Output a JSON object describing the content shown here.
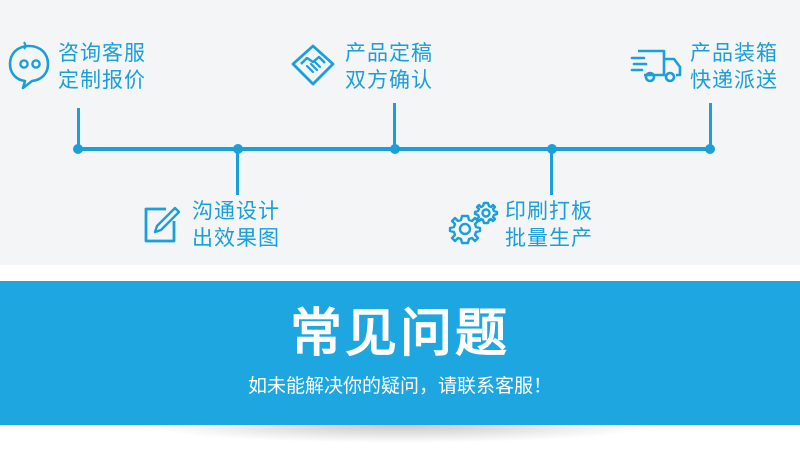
{
  "colors": {
    "accent": "#1a9fd8",
    "banner": "#1ea6e0",
    "background": "#f4f5f7"
  },
  "steps": [
    {
      "icon": "chat-bubble-icon",
      "line1": "咨询客服",
      "line2": "定制报价"
    },
    {
      "icon": "pencil-edit-icon",
      "line1": "沟通设计",
      "line2": "出效果图"
    },
    {
      "icon": "handshake-icon",
      "line1": "产品定稿",
      "line2": "双方确认"
    },
    {
      "icon": "gears-icon",
      "line1": "印刷打板",
      "line2": "批量生产"
    },
    {
      "icon": "delivery-truck-icon",
      "line1": "产品装箱",
      "line2": "快递派送"
    }
  ],
  "banner": {
    "title": "常见问题",
    "subtitle": "如未能解决你的疑问，请联系客服！"
  }
}
